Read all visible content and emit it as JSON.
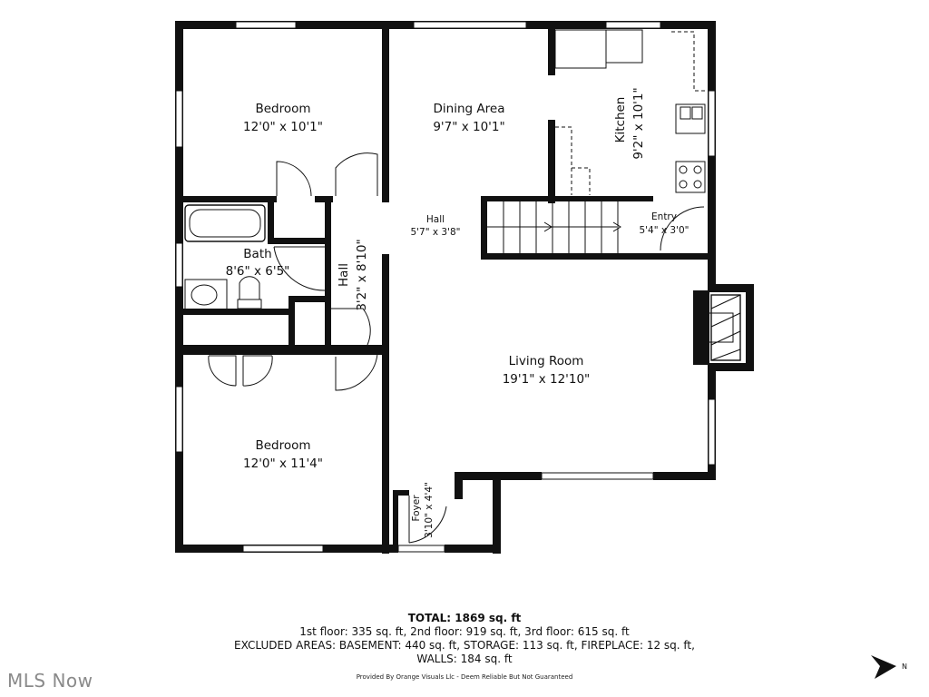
{
  "rooms": {
    "bedroom_top": {
      "name": "Bedroom",
      "dim": "12'0\" x 10'1\""
    },
    "dining": {
      "name": "Dining Area",
      "dim": "9'7\" x 10'1\""
    },
    "kitchen": {
      "name": "Kitchen",
      "dim": "9'2\" x 10'1\""
    },
    "hall_center": {
      "name": "Hall",
      "dim": "5'7\" x 3'8\""
    },
    "entry": {
      "name": "Entry",
      "dim": "5'4\" x 3'0\""
    },
    "bath": {
      "name": "Bath",
      "dim": "8'6\" x 6'5\""
    },
    "hall_vertical": {
      "name": "Hall",
      "dim": "3'2\" x 8'10\""
    },
    "living": {
      "name": "Living Room",
      "dim": "19'1\" x 12'10\""
    },
    "bedroom_bottom": {
      "name": "Bedroom",
      "dim": "12'0\" x 11'4\""
    },
    "foyer": {
      "name": "Foyer",
      "dim": "3'10\" x 4'4\""
    }
  },
  "summary": {
    "total": "TOTAL: 1869 sq. ft",
    "floors": "1st floor: 335 sq. ft, 2nd floor: 919 sq. ft, 3rd floor: 615 sq. ft",
    "excluded": "EXCLUDED AREAS: BASEMENT: 440 sq. ft, STORAGE: 113 sq. ft, FIREPLACE: 12 sq. ft,",
    "walls": "WALLS: 184 sq. ft",
    "credit": "Provided By Orange Visuals Llc - Deem Reliable But Not Guaranteed"
  },
  "brand": "MLS Now",
  "compass": {
    "label": "N",
    "icon": "north-arrow-icon"
  },
  "colors": {
    "wall": "#111111",
    "background": "#ffffff",
    "brand": "#8a8a8a"
  }
}
